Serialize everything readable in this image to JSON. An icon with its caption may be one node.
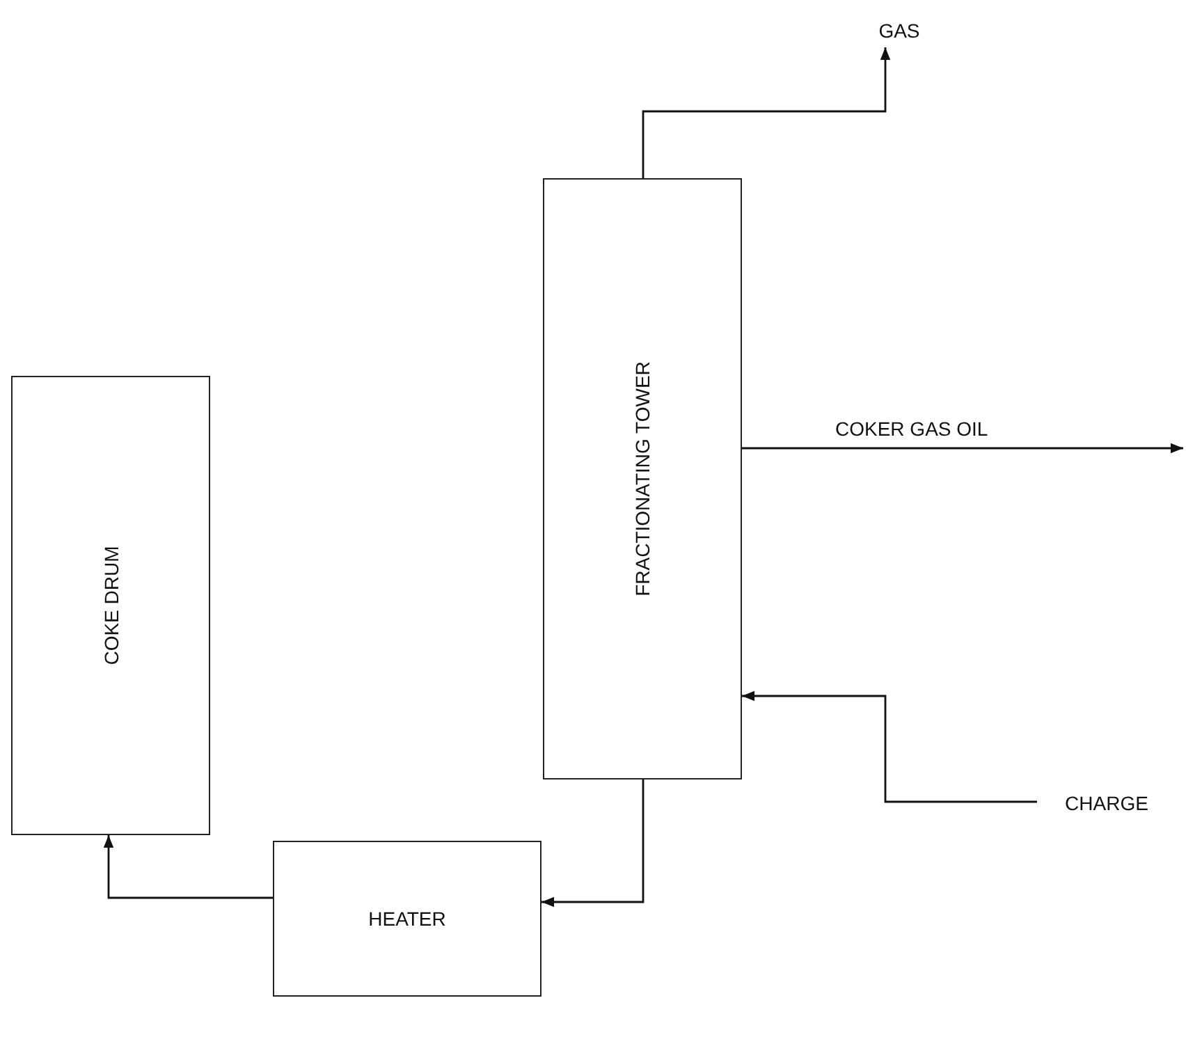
{
  "diagram": {
    "nodes": [
      {
        "text": [
          "COKE DRUM"
        ]
      },
      {
        "text": [
          "FRACTIONATING TOWER"
        ]
      },
      {
        "text": [
          "HEATER"
        ]
      },
      {
        "text": [
          "GAS"
        ]
      },
      {
        "text": [
          "CHARGE"
        ]
      }
    ],
    "edges": [
      {
        "from": 1,
        "to": 3,
        "arrow": "to"
      },
      {
        "from": 1,
        "to": null,
        "arrow": "to",
        "label": "COKER GAS OIL"
      },
      {
        "from": 4,
        "to": 1,
        "arrow": "to"
      },
      {
        "from": 1,
        "to": 2,
        "arrow": "to"
      },
      {
        "from": 2,
        "to": 0,
        "arrow": "to"
      }
    ]
  }
}
